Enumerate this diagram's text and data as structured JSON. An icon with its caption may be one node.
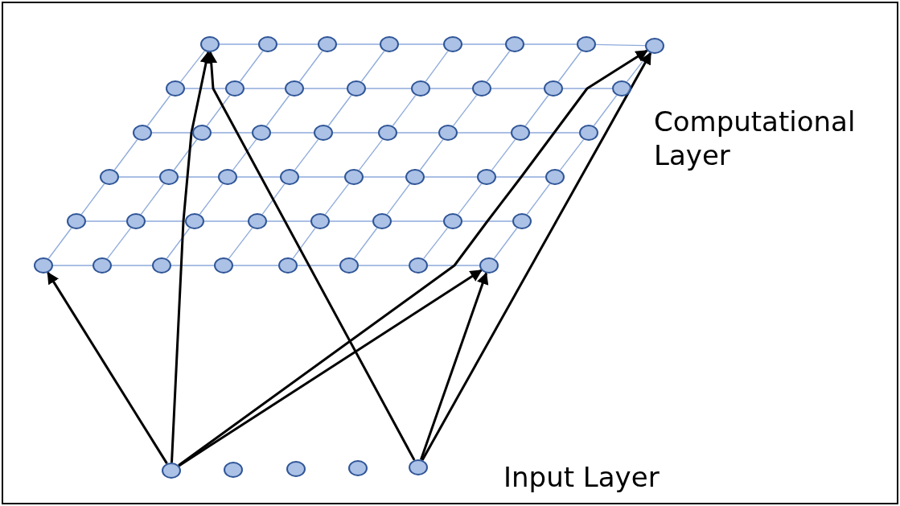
{
  "diagram": {
    "nodes": [
      {
        "text": [],
        "shape": "circle"
      },
      {
        "text": [],
        "shape": "circle"
      },
      {
        "text": [],
        "shape": "circle"
      },
      {
        "text": [],
        "shape": "circle"
      },
      {
        "text": [],
        "shape": "circle"
      },
      {
        "text": [],
        "shape": "circle"
      },
      {
        "text": [],
        "shape": "circle"
      },
      {
        "text": [],
        "shape": "circle"
      },
      {
        "text": [],
        "shape": "circle"
      },
      {
        "text": [],
        "shape": "circle"
      },
      {
        "text": [],
        "shape": "circle"
      },
      {
        "text": [],
        "shape": "circle"
      },
      {
        "text": [],
        "shape": "circle"
      },
      {
        "text": [],
        "shape": "circle"
      },
      {
        "text": [],
        "shape": "circle"
      },
      {
        "text": [],
        "shape": "circle"
      },
      {
        "text": [],
        "shape": "circle"
      },
      {
        "text": [],
        "shape": "circle"
      },
      {
        "text": [],
        "shape": "circle"
      },
      {
        "text": [],
        "shape": "circle"
      },
      {
        "text": [],
        "shape": "circle"
      },
      {
        "text": [],
        "shape": "circle"
      },
      {
        "text": [],
        "shape": "circle"
      },
      {
        "text": [],
        "shape": "circle"
      },
      {
        "text": [],
        "shape": "circle"
      },
      {
        "text": [],
        "shape": "circle"
      },
      {
        "text": [],
        "shape": "circle"
      },
      {
        "text": [],
        "shape": "circle"
      },
      {
        "text": [],
        "shape": "circle"
      },
      {
        "text": [],
        "shape": "circle"
      },
      {
        "text": [],
        "shape": "circle"
      },
      {
        "text": [],
        "shape": "circle"
      },
      {
        "text": [],
        "shape": "circle"
      },
      {
        "text": [],
        "shape": "circle"
      },
      {
        "text": [],
        "shape": "circle"
      },
      {
        "text": [],
        "shape": "circle"
      },
      {
        "text": [],
        "shape": "circle"
      },
      {
        "text": [],
        "shape": "circle"
      },
      {
        "text": [],
        "shape": "circle"
      },
      {
        "text": [],
        "shape": "circle"
      },
      {
        "text": [],
        "shape": "circle"
      },
      {
        "text": [],
        "shape": "circle"
      },
      {
        "text": [],
        "shape": "circle"
      },
      {
        "text": [],
        "shape": "circle"
      },
      {
        "text": [],
        "shape": "circle"
      },
      {
        "text": [],
        "shape": "circle"
      },
      {
        "text": [],
        "shape": "circle"
      },
      {
        "text": [],
        "shape": "circle"
      },
      {
        "text": [],
        "shape": "circle"
      },
      {
        "text": [],
        "shape": "circle"
      },
      {
        "text": [],
        "shape": "circle"
      },
      {
        "text": [],
        "shape": "circle"
      },
      {
        "text": [],
        "shape": "circle"
      }
    ],
    "edges": [
      {
        "from": 0,
        "to": 1,
        "arrow": "none"
      },
      {
        "from": 1,
        "to": 2,
        "arrow": "none"
      },
      {
        "from": 2,
        "to": 3,
        "arrow": "none"
      },
      {
        "from": 3,
        "to": 4,
        "arrow": "none"
      },
      {
        "from": 4,
        "to": 5,
        "arrow": "none"
      },
      {
        "from": 5,
        "to": 6,
        "arrow": "none"
      },
      {
        "from": 6,
        "to": 7,
        "arrow": "none"
      },
      {
        "from": 8,
        "to": 9,
        "arrow": "none"
      },
      {
        "from": 9,
        "to": 10,
        "arrow": "none"
      },
      {
        "from": 10,
        "to": 11,
        "arrow": "none"
      },
      {
        "from": 11,
        "to": 12,
        "arrow": "none"
      },
      {
        "from": 12,
        "to": 13,
        "arrow": "none"
      },
      {
        "from": 13,
        "to": 14,
        "arrow": "none"
      },
      {
        "from": 14,
        "to": 15,
        "arrow": "none"
      },
      {
        "from": 16,
        "to": 17,
        "arrow": "none"
      },
      {
        "from": 17,
        "to": 18,
        "arrow": "none"
      },
      {
        "from": 18,
        "to": 19,
        "arrow": "none"
      },
      {
        "from": 19,
        "to": 20,
        "arrow": "none"
      },
      {
        "from": 20,
        "to": 21,
        "arrow": "none"
      },
      {
        "from": 21,
        "to": 22,
        "arrow": "none"
      },
      {
        "from": 22,
        "to": 23,
        "arrow": "none"
      },
      {
        "from": 24,
        "to": 25,
        "arrow": "none"
      },
      {
        "from": 25,
        "to": 26,
        "arrow": "none"
      },
      {
        "from": 26,
        "to": 27,
        "arrow": "none"
      },
      {
        "from": 27,
        "to": 28,
        "arrow": "none"
      },
      {
        "from": 28,
        "to": 29,
        "arrow": "none"
      },
      {
        "from": 29,
        "to": 30,
        "arrow": "none"
      },
      {
        "from": 30,
        "to": 31,
        "arrow": "none"
      },
      {
        "from": 32,
        "to": 33,
        "arrow": "none"
      },
      {
        "from": 33,
        "to": 34,
        "arrow": "none"
      },
      {
        "from": 34,
        "to": 35,
        "arrow": "none"
      },
      {
        "from": 35,
        "to": 36,
        "arrow": "none"
      },
      {
        "from": 36,
        "to": 37,
        "arrow": "none"
      },
      {
        "from": 37,
        "to": 38,
        "arrow": "none"
      },
      {
        "from": 38,
        "to": 39,
        "arrow": "none"
      },
      {
        "from": 40,
        "to": 41,
        "arrow": "none"
      },
      {
        "from": 41,
        "to": 42,
        "arrow": "none"
      },
      {
        "from": 42,
        "to": 43,
        "arrow": "none"
      },
      {
        "from": 43,
        "to": 44,
        "arrow": "none"
      },
      {
        "from": 44,
        "to": 45,
        "arrow": "none"
      },
      {
        "from": 45,
        "to": 46,
        "arrow": "none"
      },
      {
        "from": 46,
        "to": 47,
        "arrow": "none"
      },
      {
        "from": 40,
        "to": 32,
        "arrow": "none"
      },
      {
        "from": 32,
        "to": 24,
        "arrow": "none"
      },
      {
        "from": 24,
        "to": 16,
        "arrow": "none"
      },
      {
        "from": 16,
        "to": 8,
        "arrow": "none"
      },
      {
        "from": 8,
        "to": 0,
        "arrow": "none"
      },
      {
        "from": 41,
        "to": 33,
        "arrow": "none"
      },
      {
        "from": 33,
        "to": 25,
        "arrow": "none"
      },
      {
        "from": 25,
        "to": 17,
        "arrow": "none"
      },
      {
        "from": 17,
        "to": 9,
        "arrow": "none"
      },
      {
        "from": 9,
        "to": 1,
        "arrow": "none"
      },
      {
        "from": 42,
        "to": 34,
        "arrow": "none"
      },
      {
        "from": 34,
        "to": 26,
        "arrow": "none"
      },
      {
        "from": 26,
        "to": 18,
        "arrow": "none"
      },
      {
        "from": 18,
        "to": 10,
        "arrow": "none"
      },
      {
        "from": 10,
        "to": 2,
        "arrow": "none"
      },
      {
        "from": 43,
        "to": 35,
        "arrow": "none"
      },
      {
        "from": 35,
        "to": 27,
        "arrow": "none"
      },
      {
        "from": 27,
        "to": 19,
        "arrow": "none"
      },
      {
        "from": 19,
        "to": 11,
        "arrow": "none"
      },
      {
        "from": 11,
        "to": 3,
        "arrow": "none"
      },
      {
        "from": 44,
        "to": 36,
        "arrow": "none"
      },
      {
        "from": 36,
        "to": 28,
        "arrow": "none"
      },
      {
        "from": 28,
        "to": 20,
        "arrow": "none"
      },
      {
        "from": 20,
        "to": 12,
        "arrow": "none"
      },
      {
        "from": 12,
        "to": 4,
        "arrow": "none"
      },
      {
        "from": 45,
        "to": 37,
        "arrow": "none"
      },
      {
        "from": 37,
        "to": 29,
        "arrow": "none"
      },
      {
        "from": 29,
        "to": 21,
        "arrow": "none"
      },
      {
        "from": 21,
        "to": 13,
        "arrow": "none"
      },
      {
        "from": 13,
        "to": 5,
        "arrow": "none"
      },
      {
        "from": 46,
        "to": 38,
        "arrow": "none"
      },
      {
        "from": 38,
        "to": 30,
        "arrow": "none"
      },
      {
        "from": 30,
        "to": 22,
        "arrow": "none"
      },
      {
        "from": 22,
        "to": 14,
        "arrow": "none"
      },
      {
        "from": 14,
        "to": 6,
        "arrow": "none"
      },
      {
        "from": 47,
        "to": 39,
        "arrow": "none"
      },
      {
        "from": 39,
        "to": 31,
        "arrow": "none"
      },
      {
        "from": 31,
        "to": 23,
        "arrow": "none"
      },
      {
        "from": 23,
        "to": 15,
        "arrow": "none"
      },
      {
        "from": 15,
        "to": 7,
        "arrow": "none"
      },
      {
        "from": 48,
        "to": 40,
        "arrow": "to",
        "style": "thick",
        "color": "#000000"
      },
      {
        "from": 48,
        "to": 0,
        "arrow": "to",
        "style": "thick",
        "color": "#000000"
      },
      {
        "from": 48,
        "to": 7,
        "arrow": "to",
        "style": "thick",
        "color": "#000000"
      },
      {
        "from": 48,
        "to": 47,
        "arrow": "to",
        "style": "thick",
        "color": "#000000"
      },
      {
        "from": 52,
        "to": 0,
        "arrow": "to",
        "style": "thick",
        "color": "#000000"
      },
      {
        "from": 52,
        "to": 47,
        "arrow": "to",
        "style": "thick",
        "color": "#000000"
      },
      {
        "from": 52,
        "to": 7,
        "arrow": "to",
        "style": "thick",
        "color": "#000000"
      }
    ],
    "labels": [
      "Computational Layer",
      "Input Layer"
    ]
  }
}
